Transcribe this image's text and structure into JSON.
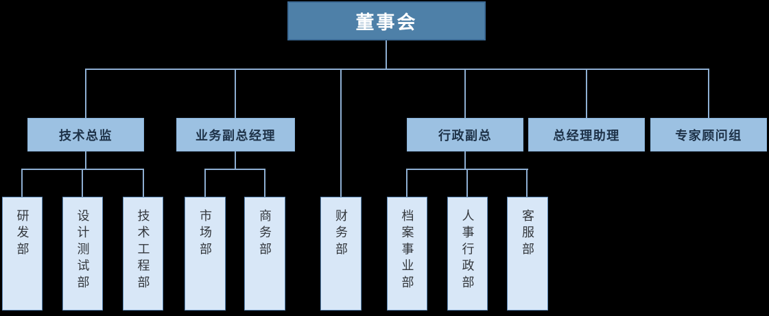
{
  "canvas": {
    "background": "#000000"
  },
  "colors": {
    "root_fill": "#4E80A8",
    "root_border": "#3C6B96",
    "root_text": "#FFFFFF",
    "manager_fill": "#9CC1E2",
    "manager_text": "#1D3147",
    "department_fill": "#D8E7F7",
    "department_border": "#5B87B5",
    "department_text": "#33373C",
    "connector": "#8FB0D4"
  },
  "org_chart": {
    "type": "org-tree",
    "root": {
      "label": "董事会"
    },
    "managers": [
      {
        "label": "技术总监",
        "departments": [
          "研发部",
          "设计测试部",
          "技术工程部"
        ]
      },
      {
        "label": "业务副总经理",
        "departments": [
          "市场部",
          "商务部"
        ]
      },
      {
        "label": "行政副总",
        "departments": [
          "档案事业部",
          "人事行政部",
          "客服部"
        ]
      },
      {
        "label": "总经理助理",
        "departments": []
      },
      {
        "label": "专家顾问组",
        "departments": []
      }
    ],
    "root_direct_departments": [
      "财务部"
    ],
    "departments": [
      "研发部",
      "设计测试部",
      "技术工程部",
      "市场部",
      "商务部",
      "财务部",
      "档案事业部",
      "人事行政部",
      "客服部"
    ]
  }
}
